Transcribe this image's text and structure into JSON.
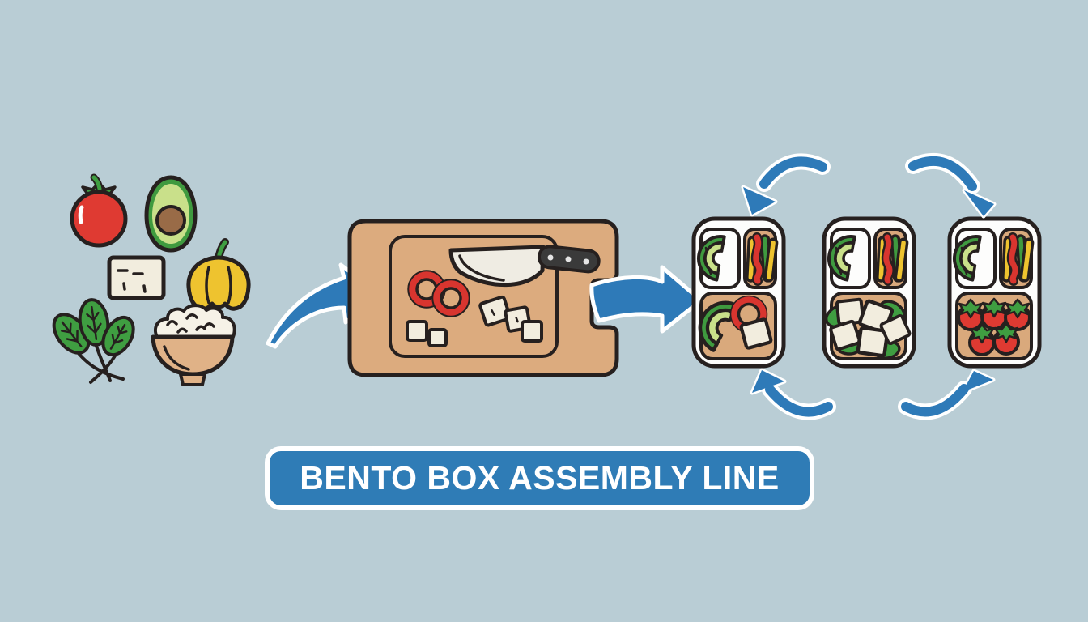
{
  "banner": {
    "label": "BENTO BOX ASSEMBLY LINE"
  },
  "colors": {
    "background": "#b9cdd5",
    "outline": "#26201f",
    "arrow_blue": "#2e7ab8",
    "banner_blue": "#2f7cb6",
    "board_tan": "#dcab7e",
    "compartment_tan": "#d9a97c",
    "cream": "#f2edde",
    "tomato_red": "#df3a32",
    "pepper_red": "#d8352f",
    "avocado_skin": "#3f9a3f",
    "avocado_flesh": "#c9e08a",
    "avocado_pit": "#996b47",
    "spinach_green": "#3f9e41",
    "pepper_yellow": "#eec32f",
    "bowl_tan": "#e0b287",
    "rice_white": "#f6f2e7",
    "knife_blade": "#efece3",
    "knife_handle": "#3a3a3a"
  },
  "scene": {
    "flow": [
      "raw-ingredients",
      "cutting-board",
      "bento-boxes-cycle"
    ],
    "ingredients": [
      "tomato",
      "avocado",
      "tofu-block",
      "yellow-bell-pepper",
      "spinach",
      "rice-bowl"
    ],
    "cutting_board_items": [
      "chef-knife",
      "pepper-rings",
      "tofu-cubes"
    ],
    "bento_boxes": [
      {
        "name": "bento-box-1",
        "top_left": "avocado-slice",
        "top_right": "pepper-strips",
        "bottom": "avocado-slice-pepper-ring-tofu-cube"
      },
      {
        "name": "bento-box-2",
        "top_left": "avocado-slice",
        "top_right": "pepper-strips",
        "bottom": "spinach-and-tofu-cubes"
      },
      {
        "name": "bento-box-3",
        "top_left": "avocado-slice",
        "top_right": "pepper-strips",
        "bottom": "cherry-tomatoes"
      }
    ],
    "cycle_arrows": [
      "top-left",
      "top-right",
      "bottom-left",
      "bottom-right"
    ]
  }
}
